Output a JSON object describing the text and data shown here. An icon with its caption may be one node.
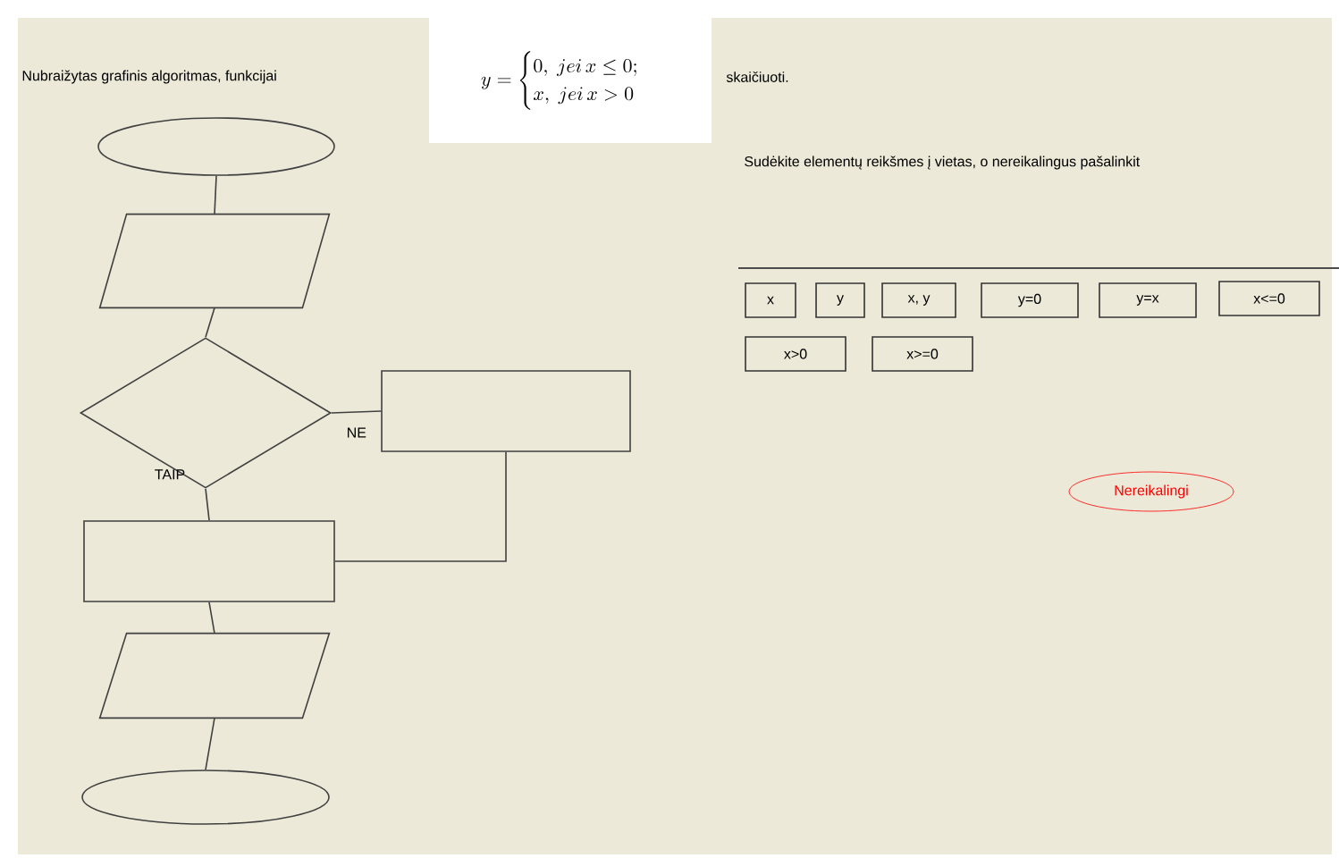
{
  "diagram": {
    "nodes": [
      {
        "text": [],
        "shape": "ellipse"
      },
      {
        "text": [],
        "shape": "parallelogram"
      },
      {
        "text": [],
        "shape": "diamond"
      },
      {
        "text": [],
        "shape": "box"
      },
      {
        "text": [],
        "shape": "box"
      },
      {
        "text": [],
        "shape": "parallelogram"
      },
      {
        "text": [],
        "shape": "ellipse"
      },
      {
        "text": [
          "x"
        ]
      },
      {
        "text": [
          "y"
        ]
      },
      {
        "text": [
          "x, y"
        ]
      },
      {
        "text": [
          "y=0"
        ]
      },
      {
        "text": [
          "y=x"
        ]
      },
      {
        "text": [
          "x<=0"
        ]
      },
      {
        "text": [
          "x>0"
        ]
      },
      {
        "text": [
          "x>=0"
        ]
      },
      {
        "text": [
          "Nereikalingi"
        ]
      }
    ],
    "edges": [
      {
        "from": 0,
        "to": 1,
        "arrow": "none"
      },
      {
        "from": 1,
        "to": 2,
        "arrow": "none"
      },
      {
        "from": 2,
        "to": 3,
        "arrow": "none",
        "label": "NE"
      },
      {
        "from": 2,
        "to": 4,
        "arrow": "none",
        "label": "TAIP"
      },
      {
        "from": 3,
        "to": 4,
        "arrow": "none"
      },
      {
        "from": 4,
        "to": 5,
        "arrow": "none"
      },
      {
        "from": 5,
        "to": 6,
        "arrow": "none"
      }
    ],
    "labels": [
      "Nubraižytas grafinis algoritmas, funkcijai",
      "y=\\begin{cases}0,\\ jei\\,x\\le 0;\\\\ x,\\ jei\\,x>0\\end{cases}",
      "skaičiuoti.",
      "Sudėkite elementų reikšmes į vietas, o nereikalingus pašalinkit"
    ]
  }
}
